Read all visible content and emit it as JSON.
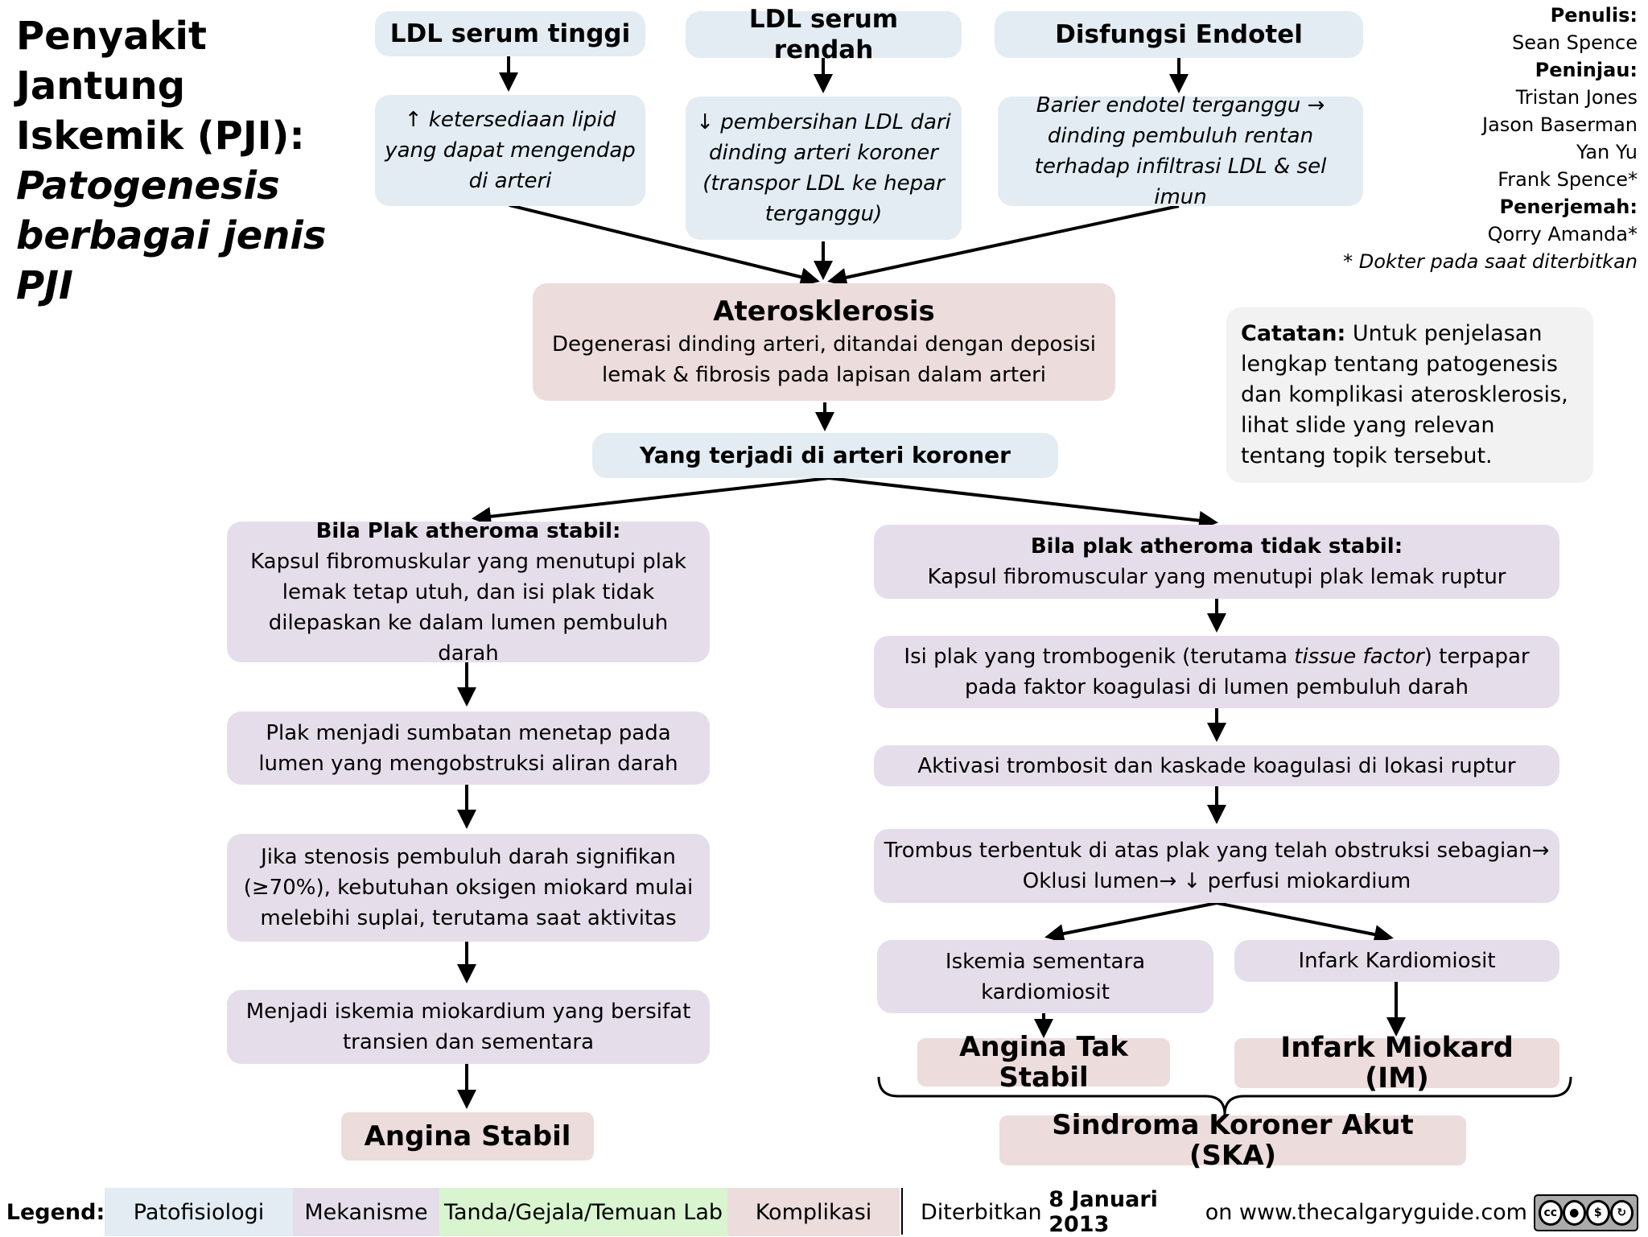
{
  "title": {
    "line1": "Penyakit Jantung",
    "line2": "Iskemik (PJI):",
    "line3": "Patogenesis",
    "line4": "berbagai jenis PJI"
  },
  "credits": {
    "author_label": "Penulis:",
    "author": "Sean Spence",
    "reviewer_label": "Peninjau:",
    "reviewers": [
      "Tristan Jones",
      "Jason Baserman",
      "Yan Yu",
      "Frank Spence*"
    ],
    "translator_label": "Penerjemah:",
    "translator": "Qorry Amanda*",
    "footnote": "* Dokter pada saat diterbitkan"
  },
  "top": {
    "ldl_high": "LDL serum tinggi",
    "ldl_high_effect": "↑ ketersediaan lipid yang dapat mengendap di arteri",
    "ldl_low": "LDL serum rendah",
    "ldl_low_effect": "↓ pembersihan LDL dari dinding arteri koroner (transpor LDL ke hepar terganggu)",
    "endothelial": "Disfungsi Endotel",
    "endothelial_effect": "Barier endotel terganggu → dinding pembuluh rentan terhadap infiltrasi LDL & sel imun"
  },
  "athero": {
    "title": "Aterosklerosis",
    "desc": "Degenerasi dinding arteri, ditandai dengan deposisi lemak & fibrosis pada lapisan dalam arteri"
  },
  "coronary": "Yang terjadi di arteri koroner",
  "note": {
    "label": "Catatan:",
    "text": " Untuk penjelasan lengkap tentang patogenesis dan komplikasi aterosklerosis, lihat slide yang relevan tentang topik tersebut."
  },
  "stable": {
    "heading": "Bila Plak atheroma stabil:",
    "desc": "Kapsul fibromuskular yang menutupi plak lemak tetap utuh, dan isi plak tidak dilepaskan ke dalam lumen pembuluh darah",
    "step1": "Plak menjadi sumbatan menetap pada lumen yang mengobstruksi aliran darah",
    "step2": "Jika stenosis pembuluh darah signifikan (≥70%), kebutuhan oksigen miokard mulai melebihi suplai, terutama saat aktivitas",
    "step3": "Menjadi iskemia miokardium yang bersifat transien dan sementara",
    "outcome": "Angina Stabil"
  },
  "unstable": {
    "heading": "Bila plak atheroma tidak stabil:",
    "desc": "Kapsul fibromuscular yang menutupi plak lemak ruptur",
    "step1_a": "Isi plak yang trombogenik (terutama ",
    "step1_it": "tissue factor",
    "step1_b": ") terpapar pada faktor koagulasi di lumen pembuluh darah",
    "step2": "Aktivasi trombosit dan kaskade koagulasi di lokasi ruptur",
    "step3_line1": "Trombus terbentuk di atas plak yang telah obstruksi sebagian→",
    "step3_line2": "Oklusi lumen→ ↓ perfusi miokardium",
    "ischemia": "Iskemia sementara kardiomiosit",
    "infarct": "Infark Kardiomiosit",
    "unstable_angina": "Angina Tak Stabil",
    "mi": "Infark Miokard (IM)",
    "acs": "Sindroma Koroner Akut (SKA)"
  },
  "legend": {
    "label": "Legend:",
    "pathophysiology": "Patofisiologi",
    "mechanism": "Mekanisme",
    "signs": "Tanda/Gejala/Temuan Lab",
    "complications": "Komplikasi",
    "published_prefix": "Diterbitkan ",
    "published_date": "8 Januari 2013",
    "published_suffix": " on www.thecalgaryguide.com"
  },
  "colors": {
    "pathophysiology": "#e2ecf2",
    "mechanism": "#e5deea",
    "signs": "#d8f5cf",
    "complications": "#ecdcdc",
    "note": "#f2f2f2"
  },
  "license_icons": [
    "cc-icon",
    "by-icon",
    "nc-icon",
    "sa-icon"
  ]
}
